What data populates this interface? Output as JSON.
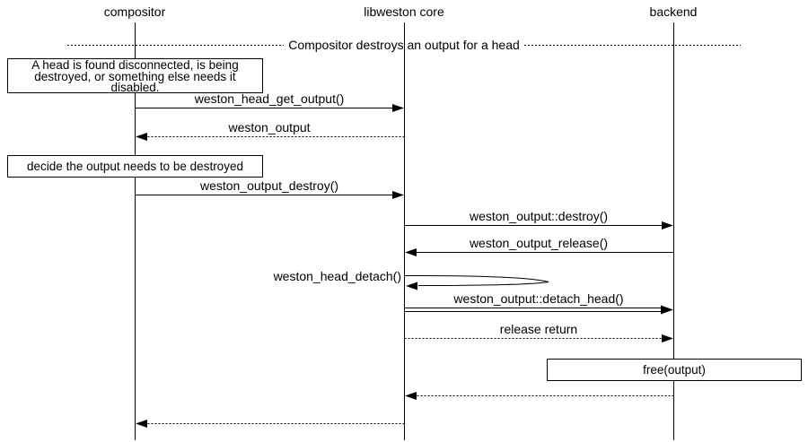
{
  "diagram": {
    "kind": "sequence-diagram",
    "colors": {
      "line": "#000000",
      "background": "#ffffff",
      "text": "#000000"
    },
    "lifelines": [
      {
        "label": "compositor"
      },
      {
        "label": "libweston core"
      },
      {
        "label": "backend"
      }
    ],
    "divider": {
      "label": "Compositor destroys an output for a head"
    },
    "notes": [
      {
        "text": "A head is found disconnected, is being\ndestroyed, or something else needs it\ndisabled."
      },
      {
        "text": "decide the output needs to be destroyed"
      },
      {
        "text": "free(output)"
      }
    ],
    "messages": [
      {
        "label": "weston_head_get_output()",
        "from": "compositor",
        "to": "libweston core",
        "style": "solid"
      },
      {
        "label": "weston_output",
        "from": "libweston core",
        "to": "compositor",
        "style": "dashed"
      },
      {
        "label": "weston_output_destroy()",
        "from": "compositor",
        "to": "libweston core",
        "style": "solid"
      },
      {
        "label": "weston_output::destroy()",
        "from": "libweston core",
        "to": "backend",
        "style": "solid"
      },
      {
        "label": "weston_output_release()",
        "from": "backend",
        "to": "libweston core",
        "style": "solid"
      },
      {
        "label": "weston_head_detach()",
        "from": "libweston core",
        "to": "libweston core",
        "style": "self"
      },
      {
        "label": "weston_output::detach_head()",
        "from": "libweston core",
        "to": "backend",
        "style": "double"
      },
      {
        "label": "release return",
        "from": "libweston core",
        "to": "backend",
        "style": "dashed"
      },
      {
        "label": "",
        "from": "backend",
        "to": "libweston core",
        "style": "dashed"
      },
      {
        "label": "",
        "from": "libweston core",
        "to": "compositor",
        "style": "dashed"
      }
    ]
  }
}
